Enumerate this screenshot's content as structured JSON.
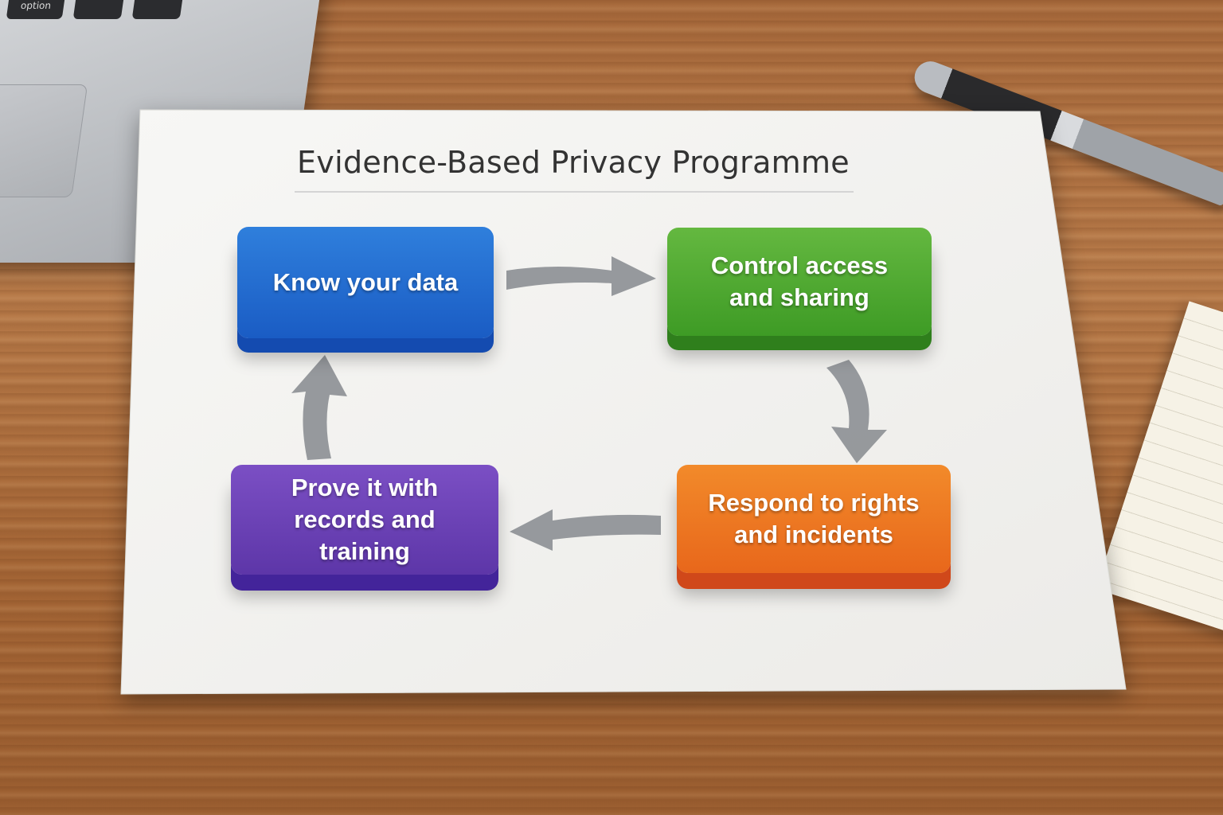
{
  "diagram": {
    "title": "Evidence-Based Privacy Programme",
    "steps": [
      {
        "label": "Know your data",
        "color": "#2466d0"
      },
      {
        "label": "Control access and sharing",
        "color": "#4fa82f"
      },
      {
        "label": "Respond to rights and incidents",
        "color": "#ee7722"
      },
      {
        "label": "Prove it with records and training",
        "color": "#6a42b6"
      }
    ],
    "flow": "clockwise cycle"
  },
  "scene": {
    "laptop_key_label": "option"
  }
}
